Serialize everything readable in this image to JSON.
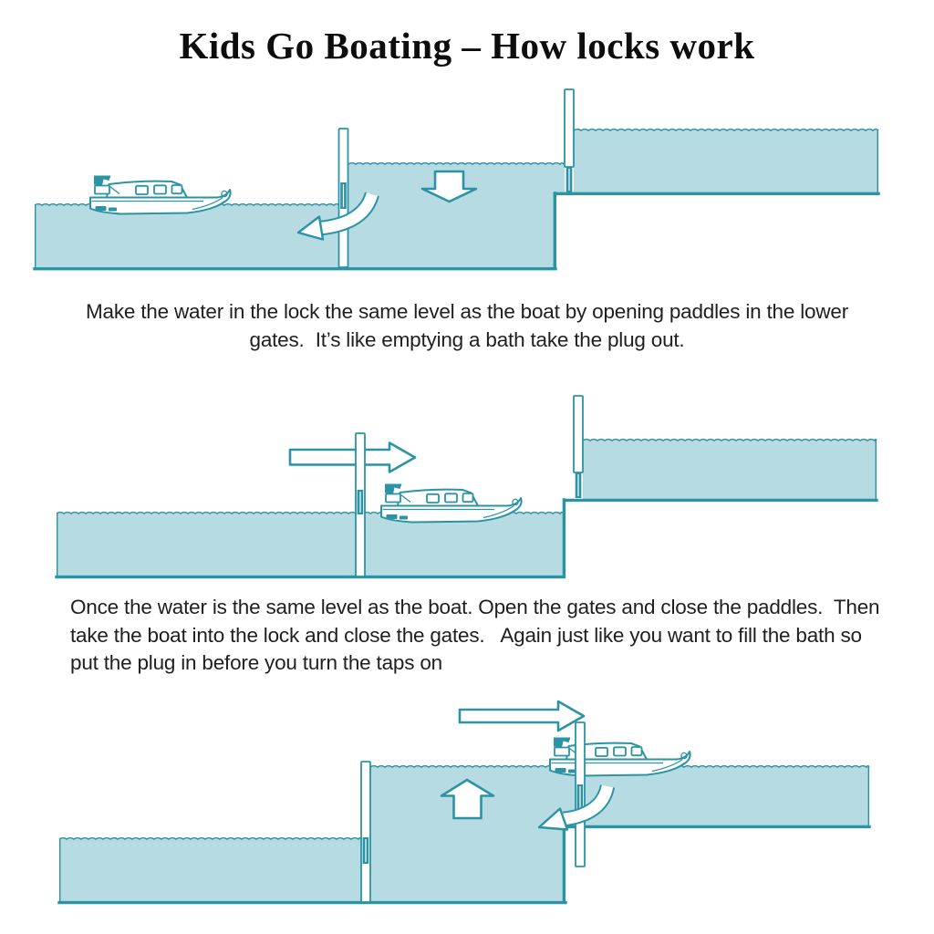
{
  "title": "Kids Go Boating – How locks work",
  "colors": {
    "ink": "#2b93a4",
    "water": "#b6dbe3",
    "text": "#1f1f1f"
  },
  "captions": {
    "step1_lines": [
      "Make the water in the lock the same level as the boat by opening paddles in the lower",
      "gates.  It’s like emptying a bath take the plug out."
    ],
    "step2_lines": [
      "Once the water is the same level as the boat. Open the gates and close the paddles.  Then",
      "take the boat into the lock and close the gates.   Again just like you want to fill the bath so",
      "put the plug in before you turn the taps on"
    ]
  },
  "panels": [
    {
      "step": 1,
      "scene": "lock full, boat waiting below lock",
      "arrow_icons": [
        "water-level-falling-arrow",
        "outflow-through-lower-paddle-arrow"
      ]
    },
    {
      "step": 2,
      "scene": "lock emptied, boat entering through open lower gate",
      "arrow_icons": [
        "boat-forward-arrow"
      ]
    },
    {
      "step": 3,
      "scene": "lock refilled, boat leaving through upper gate",
      "arrow_icons": [
        "boat-forward-arrow",
        "water-level-rising-arrow",
        "inflow-through-upper-paddle-arrow"
      ]
    }
  ]
}
